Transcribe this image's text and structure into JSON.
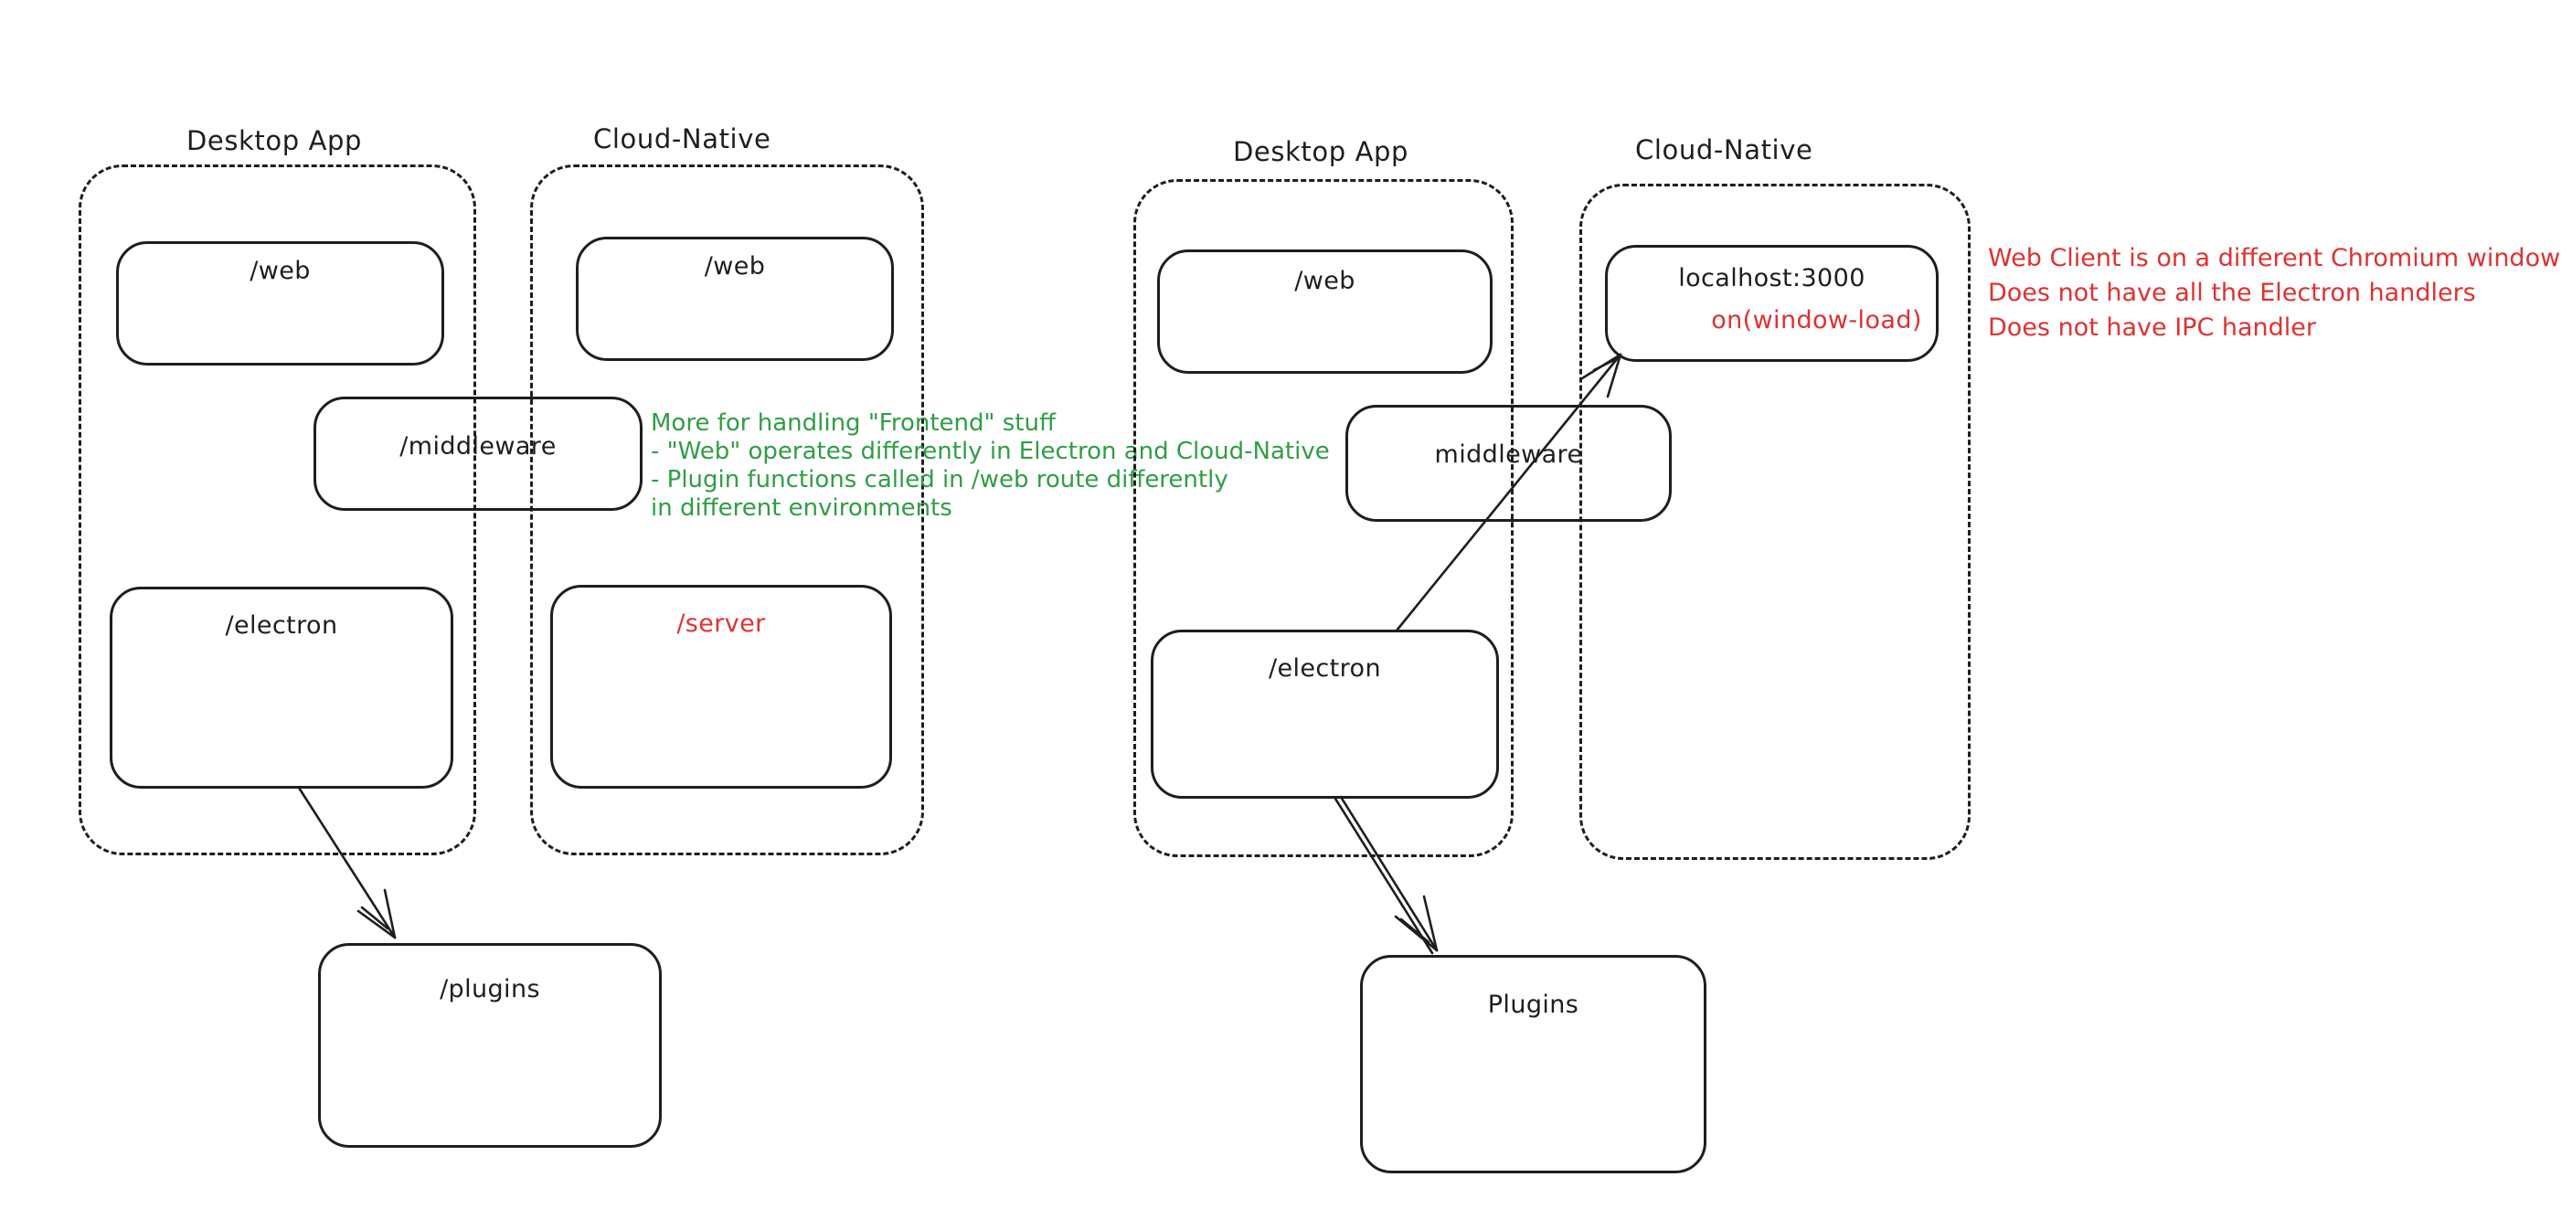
{
  "colors": {
    "ink": "#1e1e1e",
    "red": "#e03131",
    "green": "#2f9e44",
    "background": "#ffffff"
  },
  "left": {
    "desktop_title": "Desktop App",
    "cloud_title": "Cloud-Native",
    "web_desktop_label": "/web",
    "web_cloud_label": "/web",
    "middleware_label": "/middleware",
    "electron_label": "/electron",
    "server_label": "/server",
    "plugins_label": "/plugins",
    "note": {
      "lines": [
        "More for handling \"Frontend\" stuff",
        "- \"Web\" operates differently in Electron and Cloud-Native",
        "- Plugin functions called in /web route differently",
        "in different environments"
      ]
    }
  },
  "right": {
    "desktop_title": "Desktop App",
    "cloud_title": "Cloud-Native",
    "web_label": "/web",
    "localhost_label": "localhost:3000",
    "localhost_sub_label": "on(window-load)",
    "middleware_label": "middleware",
    "electron_label": "/electron",
    "plugins_label": "Plugins",
    "note": {
      "lines": [
        "Web Client is on a different Chromium window",
        "Does not have all the Electron handlers",
        "Does not have IPC handler"
      ]
    }
  }
}
